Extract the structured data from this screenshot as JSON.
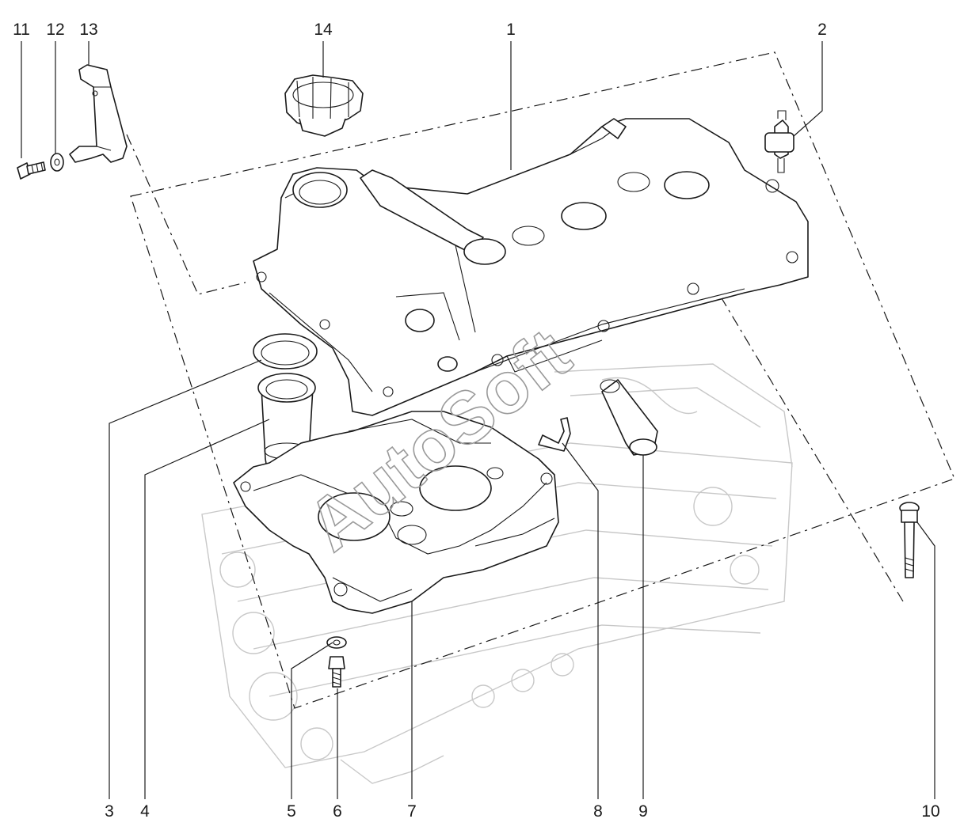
{
  "watermark": "AutoSoft",
  "callouts": [
    {
      "id": "c1",
      "label": "1"
    },
    {
      "id": "c2",
      "label": "2"
    },
    {
      "id": "c3",
      "label": "3"
    },
    {
      "id": "c4",
      "label": "4"
    },
    {
      "id": "c5",
      "label": "5"
    },
    {
      "id": "c6",
      "label": "6"
    },
    {
      "id": "c7",
      "label": "7"
    },
    {
      "id": "c8",
      "label": "8"
    },
    {
      "id": "c9",
      "label": "9"
    },
    {
      "id": "c10",
      "label": "10"
    },
    {
      "id": "c11",
      "label": "11"
    },
    {
      "id": "c12",
      "label": "12"
    },
    {
      "id": "c13",
      "label": "13"
    },
    {
      "id": "c14",
      "label": "14"
    }
  ]
}
